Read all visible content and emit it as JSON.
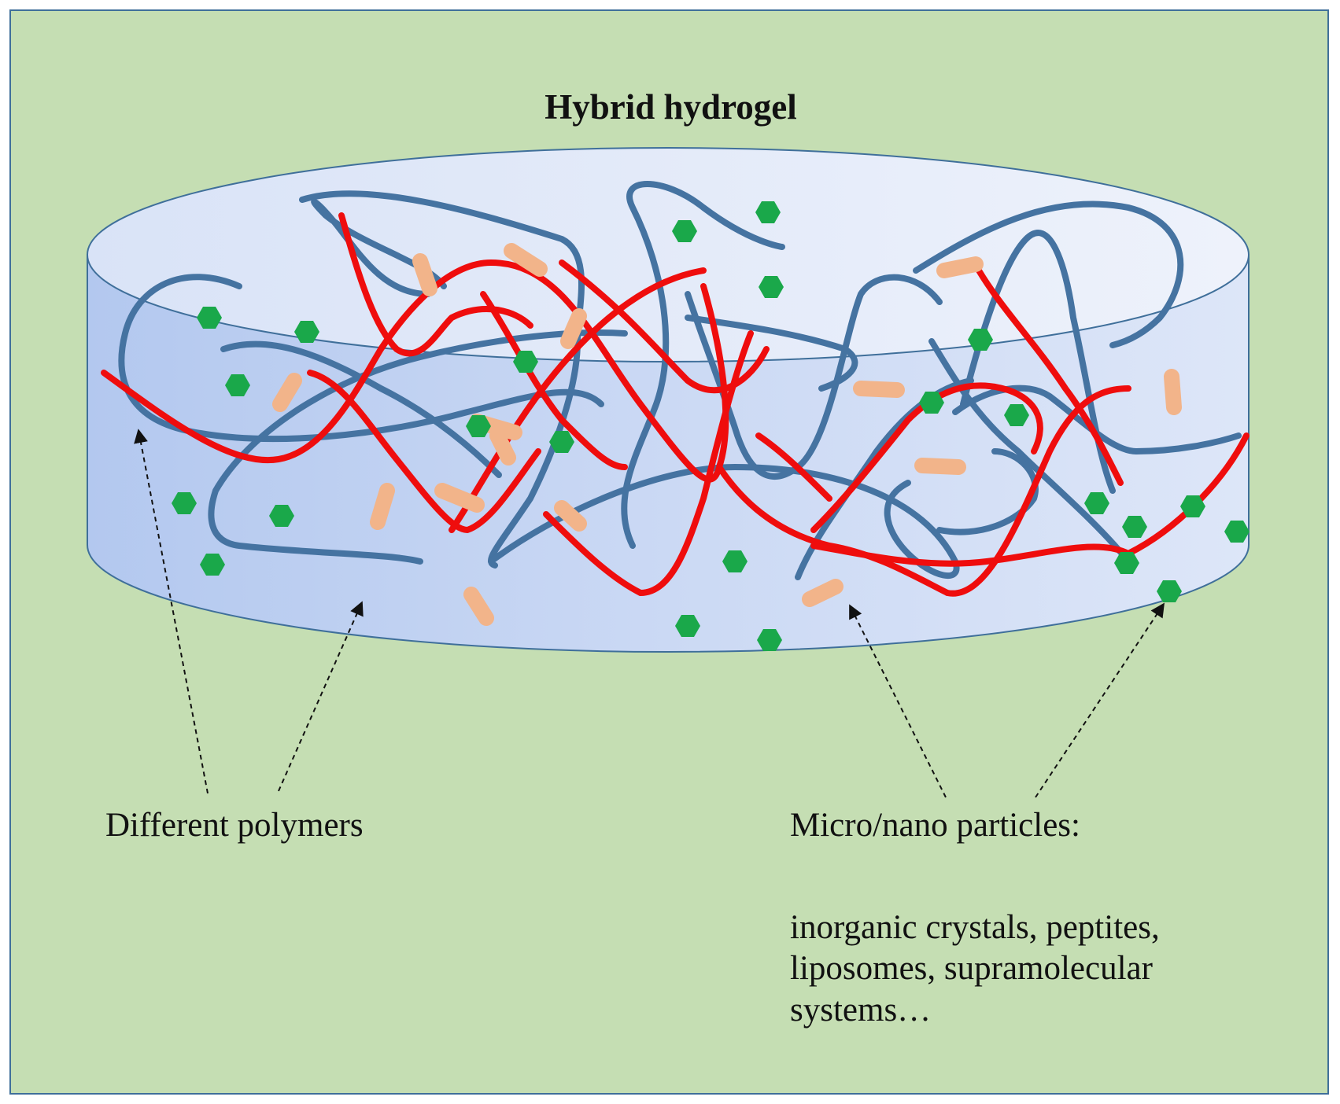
{
  "title": "Hybrid hydrogel",
  "labels": {
    "polymers": "Different polymers",
    "particles_heading": "Micro/nano particles:",
    "particles_list": "inorganic crystals, peptites, liposomes, supramolecular systems…"
  },
  "colors": {
    "background": "#c5deb3",
    "cylinder_fill": "#c9d8f4",
    "cylinder_top": "#e6edfa",
    "outline": "#3f6f9a",
    "polymer_blue": "#4573a1",
    "polymer_red": "#ef0d0d",
    "rod_particles": "#f2b48a",
    "hexagon_particles": "#1aa84a"
  }
}
